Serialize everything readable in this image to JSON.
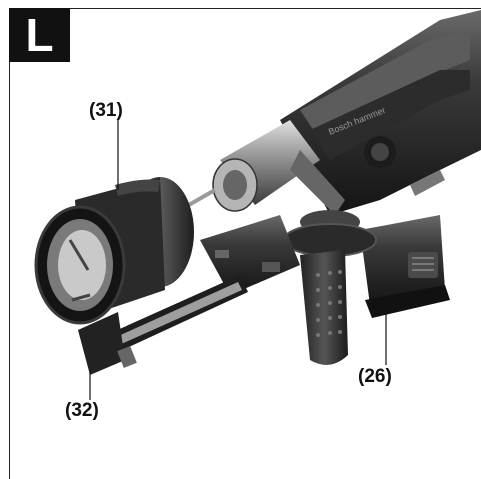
{
  "figure": {
    "letter": "L",
    "callouts": {
      "c31": "(31)",
      "c32": "(32)",
      "c26": "(26)"
    },
    "brand_text": "Bosch hammer",
    "colors": {
      "body": "#2a2a2a",
      "dark": "#141414",
      "mid": "#4a4a4a",
      "light": "#8c8c8c",
      "highlight": "#bdbdbd",
      "metal": "#a9a9a9"
    }
  }
}
